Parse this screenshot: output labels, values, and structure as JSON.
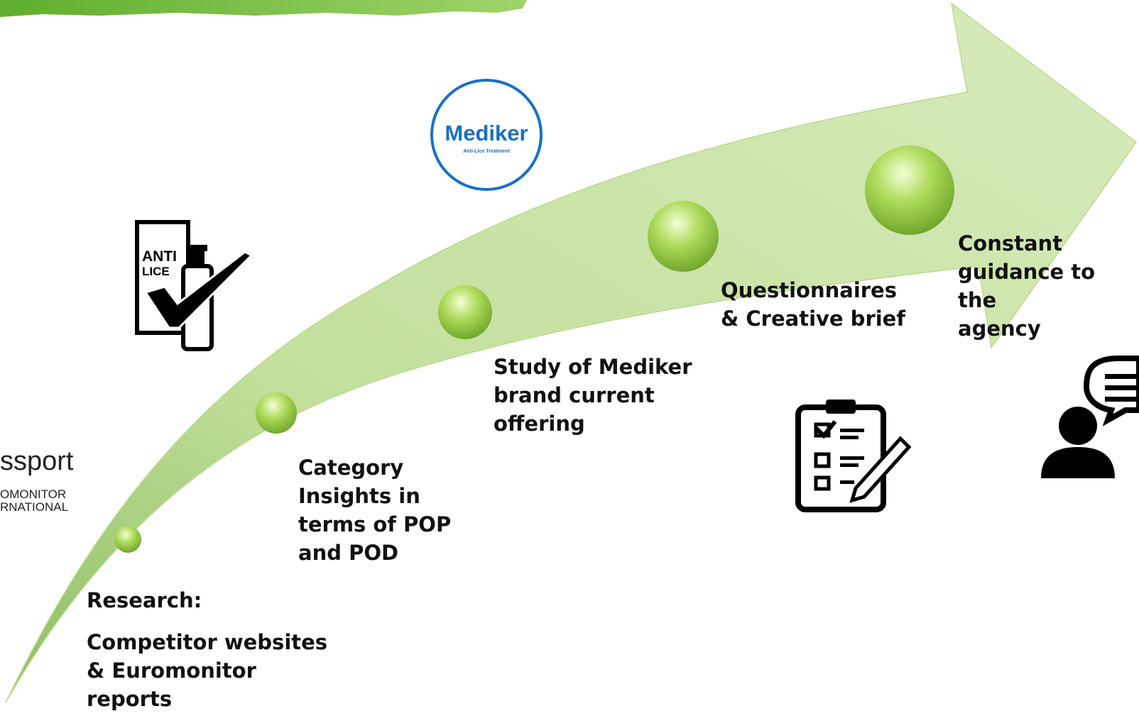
{
  "steps": [
    {
      "label": "Research:",
      "detail": "Competitor websites\n& Euromonitor\nreports"
    },
    {
      "label": "Category\nInsights in\nterms of POP\nand POD"
    },
    {
      "label": "Study of Mediker\nbrand current\noffering"
    },
    {
      "label": "Questionnaires\n& Creative brief"
    },
    {
      "label": "Constant\nguidance to the\nagency"
    }
  ],
  "logos": {
    "mediker": {
      "name": "Mediker",
      "tagline": "Anti-Lice Treatment"
    },
    "antilice": {
      "line1": "ANTI",
      "line2": "LICE"
    },
    "passport": {
      "name": "ssport",
      "line1": "OMONITOR",
      "line2": "RNATIONAL"
    }
  },
  "icons": [
    "checkmark-icon",
    "clipboard-checklist-icon",
    "person-speech-bubble-icon"
  ],
  "colors": {
    "arrow": "#c9e3a3",
    "arrow_edge": "#a9cf78",
    "bubble": "#92c83e",
    "brush": "#7cc242",
    "mediker_blue": "#1b6fc2"
  }
}
